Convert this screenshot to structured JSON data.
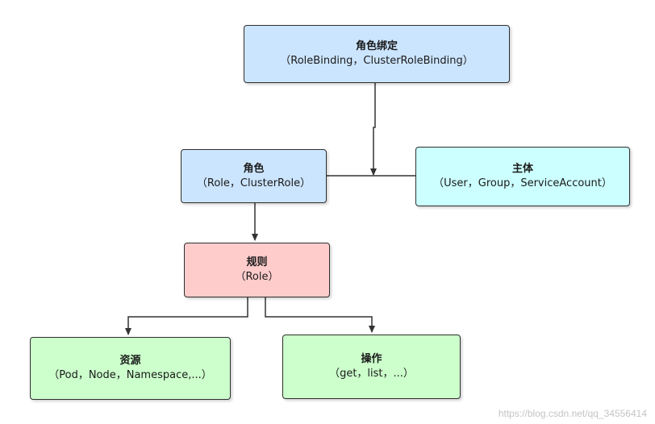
{
  "nodes": {
    "binding": {
      "title": "角色绑定",
      "sub": "（RoleBinding，ClusterRoleBinding）"
    },
    "role": {
      "title": "角色",
      "sub": "（Role，ClusterRole）"
    },
    "subject": {
      "title": "主体",
      "sub": "（User，Group，ServiceAccount）"
    },
    "rule": {
      "title": "规则",
      "sub": "（Role）"
    },
    "resource": {
      "title": "资源",
      "sub": "（Pod，Node，Namespace,...）"
    },
    "operation": {
      "title": "操作",
      "sub": "（get，list，...）"
    }
  },
  "watermark": "https://blog.csdn.net/qq_34556414",
  "colors": {
    "blue_fill": "#cce5ff",
    "cyan_fill": "#ccffff",
    "red_fill": "#ffcccc",
    "green_fill": "#ccffcc",
    "stroke": "#2f2f2f"
  }
}
